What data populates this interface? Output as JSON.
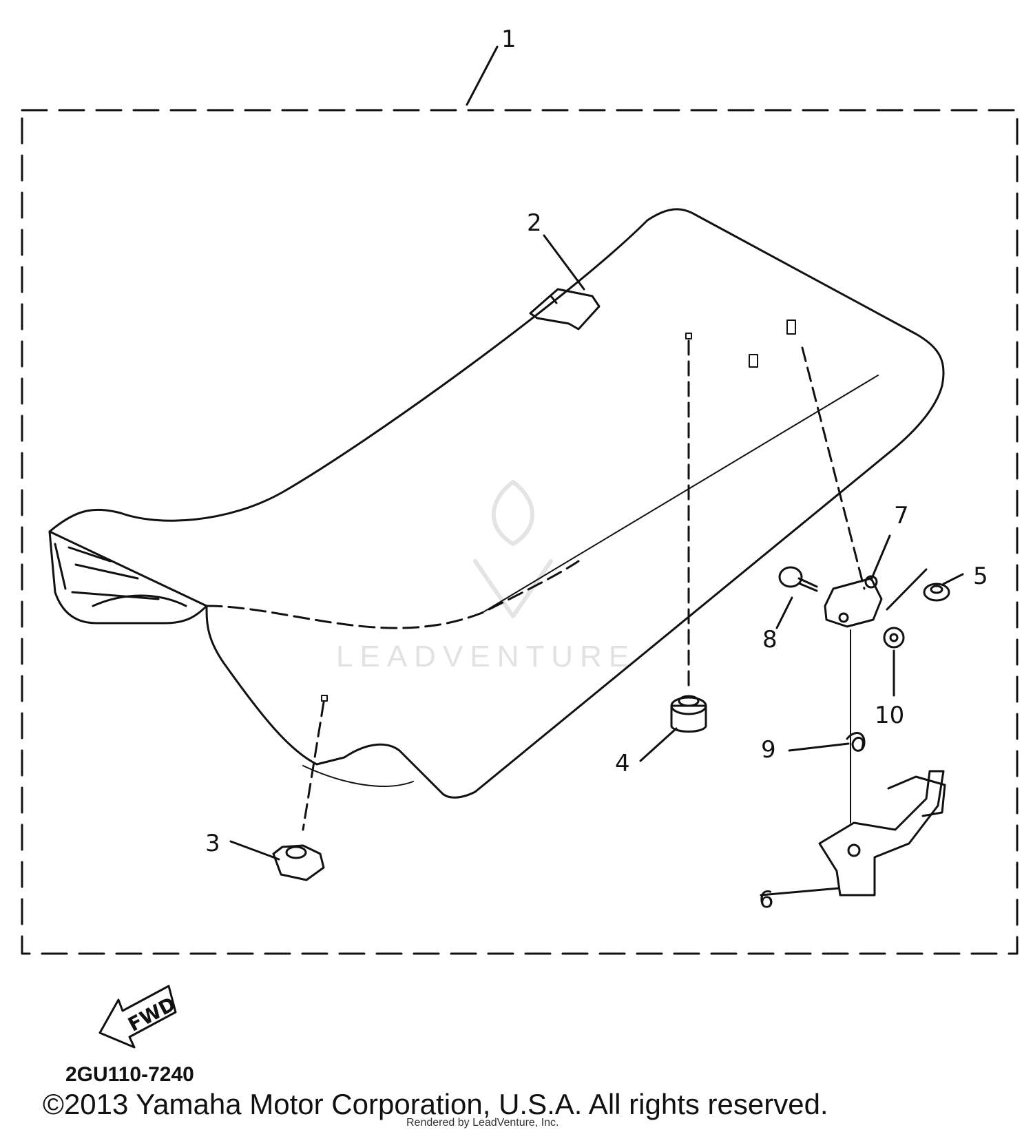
{
  "callouts": {
    "c1": "1",
    "c2": "2",
    "c3": "3",
    "c4": "4",
    "c5": "5",
    "c6": "6",
    "c7": "7",
    "c8": "8",
    "c9": "9",
    "c10": "10"
  },
  "fwd_label": "FWD",
  "watermark": "LEADVENTURE",
  "part_code": "2GU110-7240",
  "copyright": "©2013 Yamaha Motor Corporation, U.S.A. All rights reserved.",
  "rendered_by": "Rendered by LeadVenture, Inc.",
  "colors": {
    "line": "#111111",
    "background": "#ffffff",
    "watermark": "#e2e2e2"
  }
}
